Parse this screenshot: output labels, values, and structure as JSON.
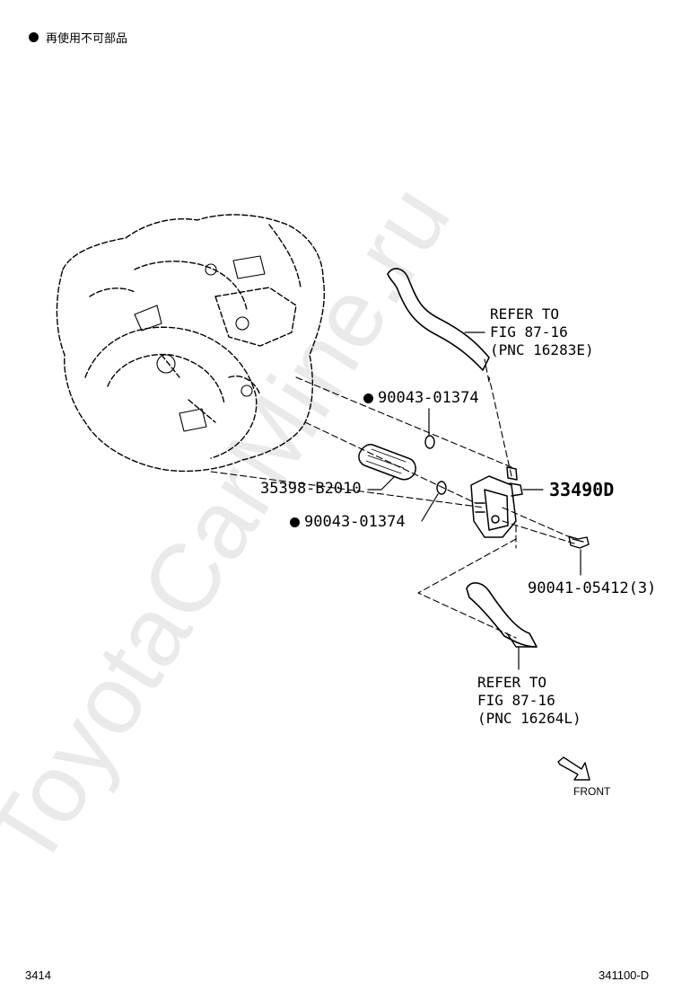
{
  "legend": {
    "icon": "filled-circle",
    "text": "再使用不可部品"
  },
  "refer_top": {
    "text": "REFER TO\nFIG 87-16\n(PNC 16283E)"
  },
  "refer_bottom": {
    "text": "REFER TO\nFIG 87-16\n(PNC 16264L)"
  },
  "parts": {
    "gasket_upper": "90043-01374",
    "pipe": "35398-B2010",
    "gasket_lower": "90043-01374",
    "cooler": "33490D",
    "bolt": "90041-05412(3)"
  },
  "front_label": "FRONT",
  "page_number": "3414",
  "figure_code": "341100-D",
  "watermark": "ToyotaCarMine.ru"
}
